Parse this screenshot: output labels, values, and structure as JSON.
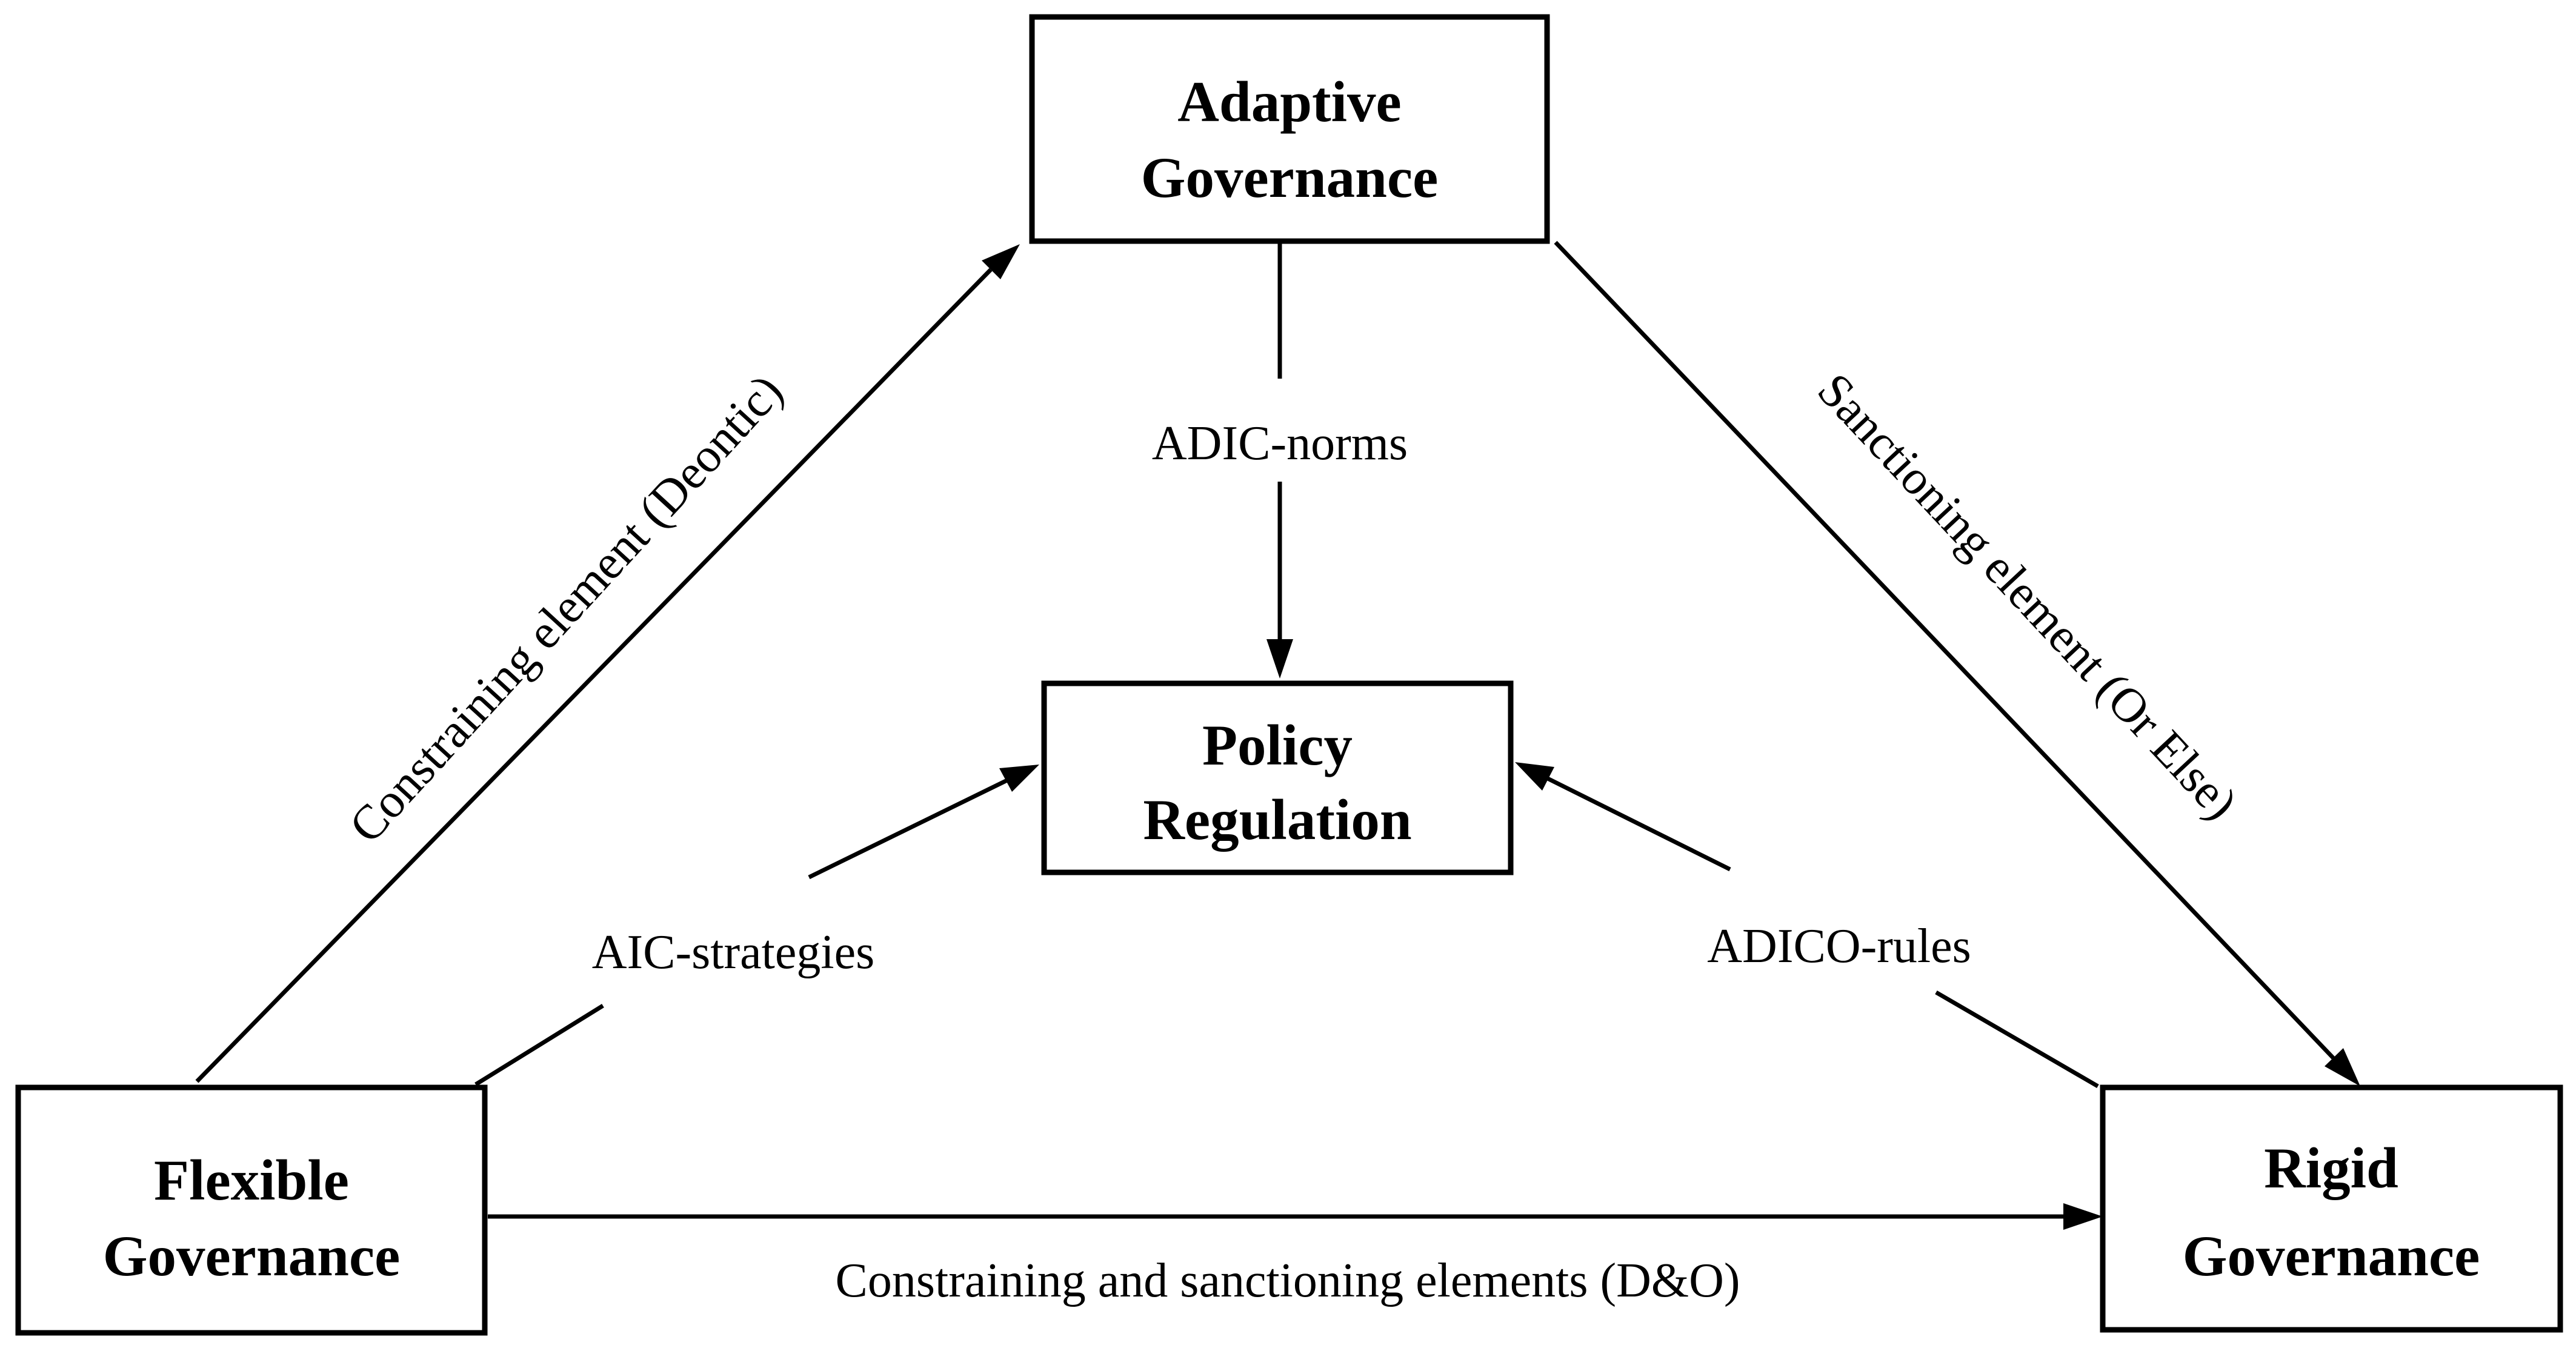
{
  "nodes": {
    "adaptive": {
      "line1": "Adaptive",
      "line2": "Governance"
    },
    "policy": {
      "line1": "Policy",
      "line2": "Regulation"
    },
    "flexible": {
      "line1": "Flexible",
      "line2": "Governance"
    },
    "rigid": {
      "line1": "Rigid",
      "line2": "Governance"
    }
  },
  "edges": {
    "flexible_to_adaptive": "Constraining element (Deontic)",
    "adaptive_to_rigid": "Sanctioning element (Or Else)",
    "adaptive_to_policy": "ADIC-norms",
    "flexible_to_policy": "AIC-strategies",
    "rigid_to_policy": "ADICO-rules",
    "flexible_to_rigid": "Constraining and sanctioning elements (D&O)"
  }
}
